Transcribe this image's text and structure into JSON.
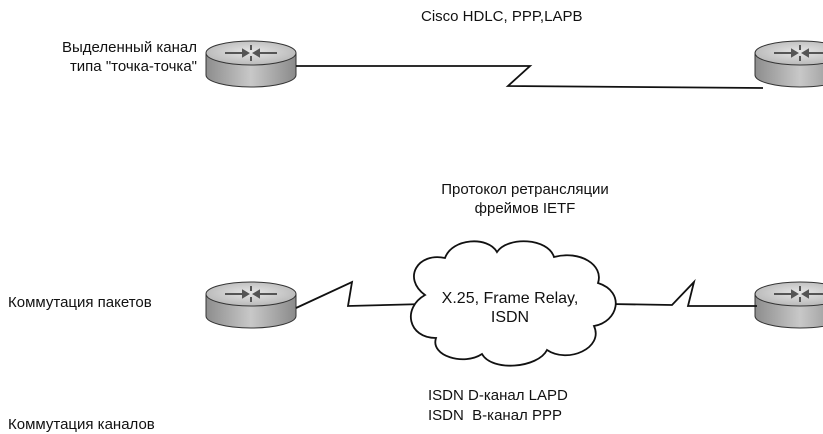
{
  "rows": {
    "leased_line": {
      "label_line1": "Выделенный канал",
      "label_line2": "типа \"точка-точка\"",
      "protocols": "Cisco HDLC, PPP,LAPB"
    },
    "packet_switching": {
      "label": "Коммутация пакетов",
      "protocol_line1": "Протокол ретрансляции",
      "protocol_line2": "фреймов IETF",
      "cloud_line1": "X.25, Frame Relay,",
      "cloud_line2": "ISDN"
    },
    "circuit_switching": {
      "label": "Коммутация каналов",
      "protocol_line1": "ISDN D-канал LAPD",
      "protocol_line2": "ISDN  B-канал PPP"
    }
  },
  "colors": {
    "router_body": "#b9b9b9",
    "router_top": "#d4d4d4",
    "line": "#111111"
  },
  "icons": [
    "router-icon",
    "cloud-icon",
    "serial-link"
  ]
}
